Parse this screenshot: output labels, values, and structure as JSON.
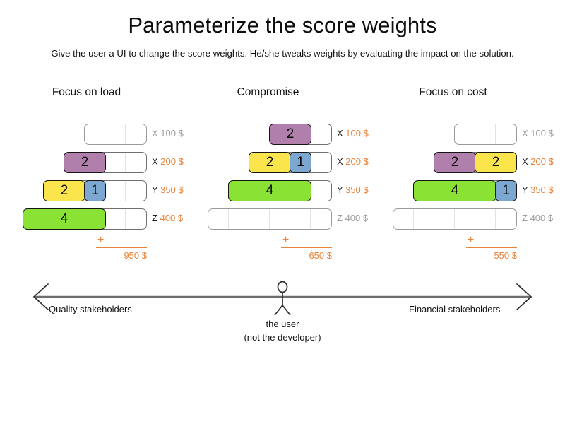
{
  "header": {
    "title": "Parameterize the score weights",
    "subtitle": "Give the user a UI to change the score weights. He/she tweaks weights by evaluating the impact on the solution."
  },
  "colors": {
    "purple": "#B07FAC",
    "yellow": "#FBE martial",
    "blue": "#7BA7D0",
    "green": "#8AE234",
    "accent_orange": "#E8833A",
    "inactive_gray": "#9d9d9d",
    "track_border": "#9a9a9a"
  },
  "scenarios": [
    {
      "name": "scenario-focus-on-load",
      "title": "Focus on load",
      "rows": [
        {
          "key": "X",
          "amount": "100 $",
          "active": false,
          "cells": 3,
          "segments": []
        },
        {
          "key": "X",
          "amount": "200 $",
          "active": true,
          "cells": 4,
          "segments": [
            {
              "value": "2",
              "units": 2,
              "color": "#B07FAC",
              "name": "segment-purple"
            }
          ]
        },
        {
          "key": "Y",
          "amount": "350 $",
          "active": true,
          "cells": 5,
          "segments": [
            {
              "value": "2",
              "units": 2,
              "color": "#FBE54C",
              "name": "segment-yellow"
            },
            {
              "value": "1",
              "units": 1,
              "color": "#7BA7D0",
              "name": "segment-blue"
            }
          ]
        },
        {
          "key": "Z",
          "amount": "400 $",
          "active": true,
          "cells": 6,
          "segments": [
            {
              "value": "4",
              "units": 4,
              "color": "#8AE234",
              "name": "segment-green"
            }
          ]
        }
      ],
      "total": {
        "plus": "+",
        "sum": "950 $"
      }
    },
    {
      "name": "scenario-compromise",
      "title": "Compromise",
      "rows": [
        {
          "key": "X",
          "amount": "100 $",
          "active": true,
          "cells": 3,
          "segments": [
            {
              "value": "2",
              "units": 2,
              "color": "#B07FAC",
              "name": "segment-purple"
            }
          ]
        },
        {
          "key": "X",
          "amount": "200 $",
          "active": true,
          "cells": 4,
          "segments": [
            {
              "value": "2",
              "units": 2,
              "color": "#FBE54C",
              "name": "segment-yellow"
            },
            {
              "value": "1",
              "units": 1,
              "color": "#7BA7D0",
              "name": "segment-blue"
            }
          ]
        },
        {
          "key": "Y",
          "amount": "350 $",
          "active": true,
          "cells": 5,
          "segments": [
            {
              "value": "4",
              "units": 4,
              "color": "#8AE234",
              "name": "segment-green"
            }
          ]
        },
        {
          "key": "Z",
          "amount": "400 $",
          "active": false,
          "cells": 6,
          "segments": []
        }
      ],
      "total": {
        "plus": "+",
        "sum": "650 $"
      }
    },
    {
      "name": "scenario-focus-on-cost",
      "title": "Focus on cost",
      "rows": [
        {
          "key": "X",
          "amount": "100 $",
          "active": false,
          "cells": 3,
          "segments": []
        },
        {
          "key": "X",
          "amount": "200 $",
          "active": true,
          "cells": 4,
          "segments": [
            {
              "value": "2",
              "units": 2,
              "color": "#B07FAC",
              "name": "segment-purple"
            },
            {
              "value": "2",
              "units": 2,
              "color": "#FBE54C",
              "name": "segment-yellow"
            }
          ]
        },
        {
          "key": "Y",
          "amount": "350 $",
          "active": true,
          "cells": 5,
          "segments": [
            {
              "value": "4",
              "units": 4,
              "color": "#8AE234",
              "name": "segment-green"
            },
            {
              "value": "1",
              "units": 1,
              "color": "#7BA7D0",
              "name": "segment-blue"
            }
          ]
        },
        {
          "key": "Z",
          "amount": "400 $",
          "active": false,
          "cells": 6,
          "segments": []
        }
      ],
      "total": {
        "plus": "+",
        "sum": "550 $"
      }
    }
  ],
  "spectrum": {
    "left_label": "Quality stakeholders",
    "right_label": "Financial stakeholders",
    "user_caption_line1": "the user",
    "user_caption_line2": "(not the developer)"
  }
}
